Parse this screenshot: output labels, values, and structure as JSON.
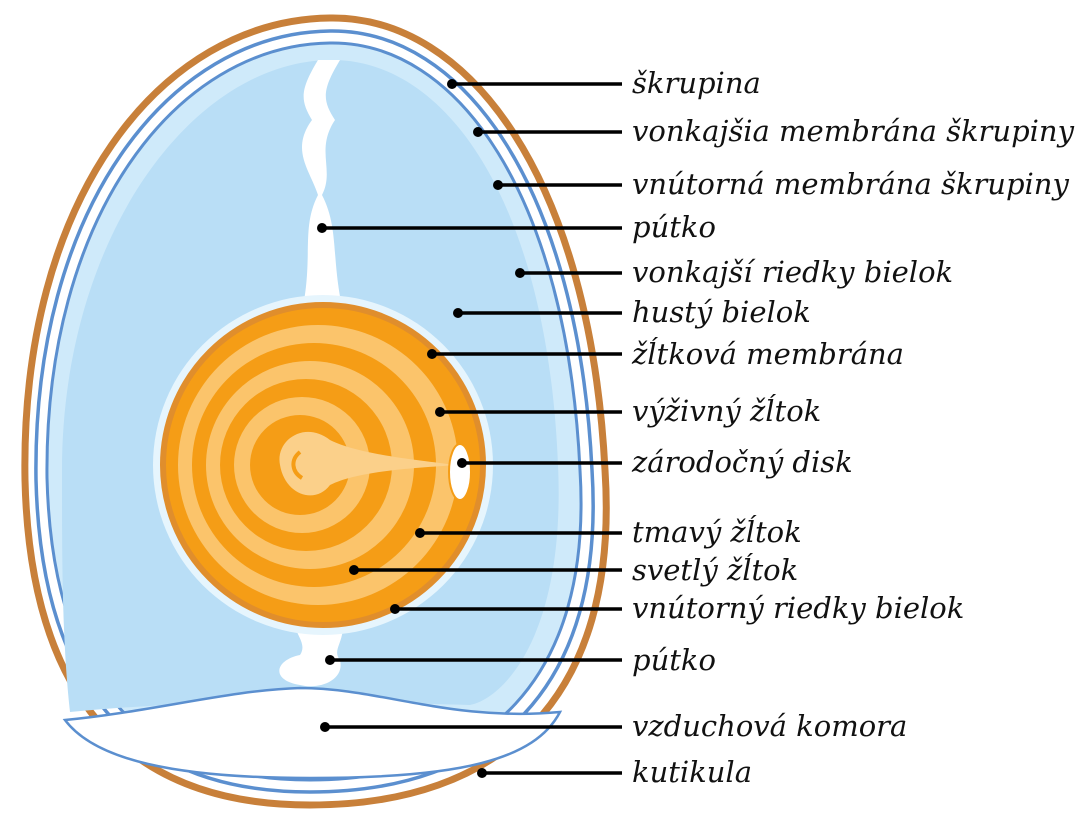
{
  "diagram": {
    "colors": {
      "shell": "#c8803a",
      "membrane": "#5b8fcf",
      "thin_albumen": "#cfeafa",
      "thick_albumen": "#b9def6",
      "yolk_dark": "#f59d16",
      "yolk_light": "#fbc46b",
      "yolk_membrane": "#e08e2c",
      "leader_line": "#000000"
    },
    "labels": [
      {
        "key": "shell",
        "text": "škrupina",
        "icon": "shell"
      },
      {
        "key": "outer-shell-membrane",
        "text": "vonkajšia membrána škrupiny",
        "icon": "membrane"
      },
      {
        "key": "inner-shell-membrane",
        "text": "vnútorná membrána škrupiny",
        "icon": "membrane"
      },
      {
        "key": "chalaza-top",
        "text": "pútko",
        "icon": "chalaza"
      },
      {
        "key": "outer-thin-albumen",
        "text": "vonkajší riedky bielok",
        "icon": "albumen"
      },
      {
        "key": "thick-albumen",
        "text": "hustý bielok",
        "icon": "albumen"
      },
      {
        "key": "vitelline-membrane",
        "text": "žĺtková membrána",
        "icon": "yolk"
      },
      {
        "key": "nutritive-yolk",
        "text": "výživný žĺtok",
        "icon": "yolk"
      },
      {
        "key": "germinal-disc",
        "text": "zárodočný disk",
        "icon": "disc"
      },
      {
        "key": "dark-yolk",
        "text": "tmavý žĺtok",
        "icon": "yolk"
      },
      {
        "key": "light-yolk",
        "text": "svetlý žĺtok",
        "icon": "yolk"
      },
      {
        "key": "inner-thin-albumen",
        "text": "vnútorný riedky bielok",
        "icon": "albumen"
      },
      {
        "key": "chalaza-bottom",
        "text": "pútko",
        "icon": "chalaza"
      },
      {
        "key": "air-cell",
        "text": "vzduchová komora",
        "icon": "air"
      },
      {
        "key": "cuticle",
        "text": "kutikula",
        "icon": "shell"
      }
    ]
  }
}
